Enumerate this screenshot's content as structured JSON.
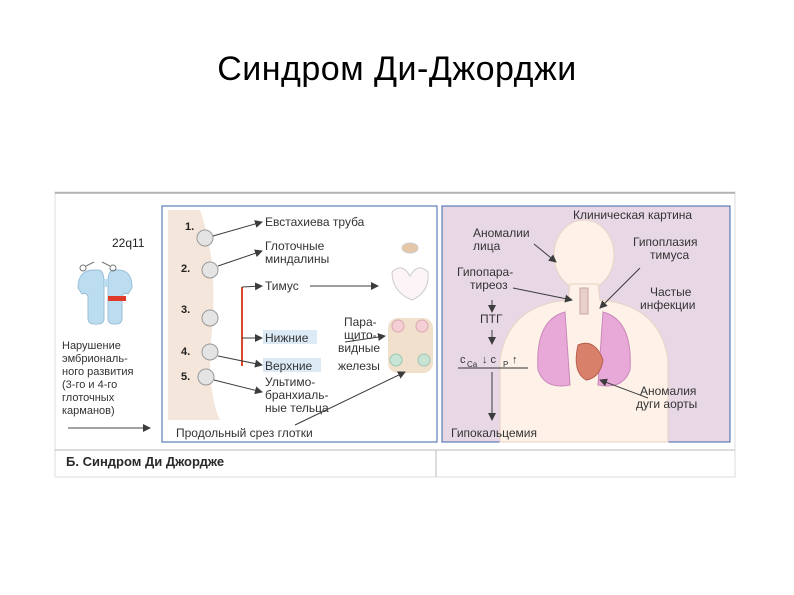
{
  "slide_title": "Синдром Ди-Джорджи",
  "figure": {
    "gene_locus": "22q11",
    "left_caption": [
      "Нарушение",
      "эмбриональ-",
      "ного развития",
      "(3-го и 4-го",
      "глоточных",
      "карманов)"
    ],
    "pouch_numbers": [
      "1.",
      "2.",
      "3.",
      "4.",
      "5."
    ],
    "structures": {
      "eustachian": "Евстахиева труба",
      "tonsils_1": "Глоточные",
      "tonsils_2": "миндалины",
      "thymus": "Тимус",
      "lower": "Нижние",
      "upper": "Верхние",
      "parathyroid": [
        "Пара-",
        "щито-",
        "видные",
        "железы"
      ],
      "ultimo": [
        "Ультимо-",
        "бранхиаль-",
        "ные тельца"
      ]
    },
    "bottom_label": "Продольный срез глотки",
    "clinical": {
      "title": "Клиническая картина",
      "facial_1": "Аномалии",
      "facial_2": "лица",
      "hypopara_1": "Гипопара-",
      "hypopara_2": "тиреоз",
      "ptg": "ПТГ",
      "ca_formula": "c",
      "ca_sub": "Ca",
      "p_formula": "↓ c",
      "p_sub": "P",
      "p_arrow": "↑",
      "thymus_hypo_1": "Гипоплазия",
      "thymus_hypo_2": "тимуса",
      "infections_1": "Частые",
      "infections_2": "инфекции",
      "aorta_1": "Аномалия",
      "aorta_2": "дуги аорты",
      "hypocalcemia": "Гипокальцемия"
    },
    "caption": "Б. Синдром Ди Джордже"
  },
  "colors": {
    "clinical_bg": "#e8d8e6",
    "chromosome": "#bcdcf0",
    "band": "#e03a2a",
    "lung": "#e8a8d8",
    "arrow": "#3c3c3c"
  }
}
